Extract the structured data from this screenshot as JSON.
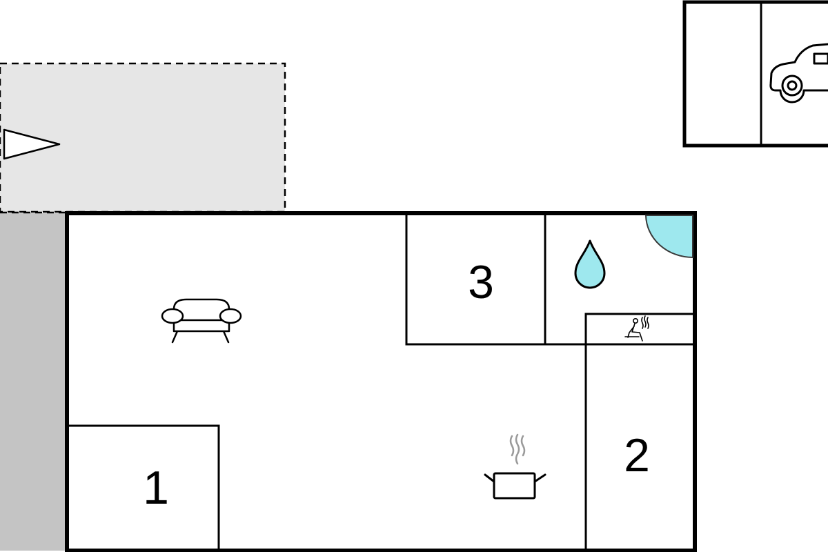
{
  "rooms": [
    {
      "label": "1"
    },
    {
      "label": "2"
    },
    {
      "label": "3"
    }
  ],
  "icons": {
    "living": "sofa-icon",
    "kitchen": "cooking-pot-icon",
    "bathroom": "water-drop-icon",
    "sauna": "sauna-icon",
    "shower": "shower-corner-icon",
    "carport": "car-icon",
    "entrance": "entrance-arrow-icon"
  },
  "colors": {
    "wall": "#000000",
    "terrace": "#e6e6e6",
    "path": "#c4c4c4",
    "water": "#9ee8ee",
    "background": "#ffffff"
  }
}
